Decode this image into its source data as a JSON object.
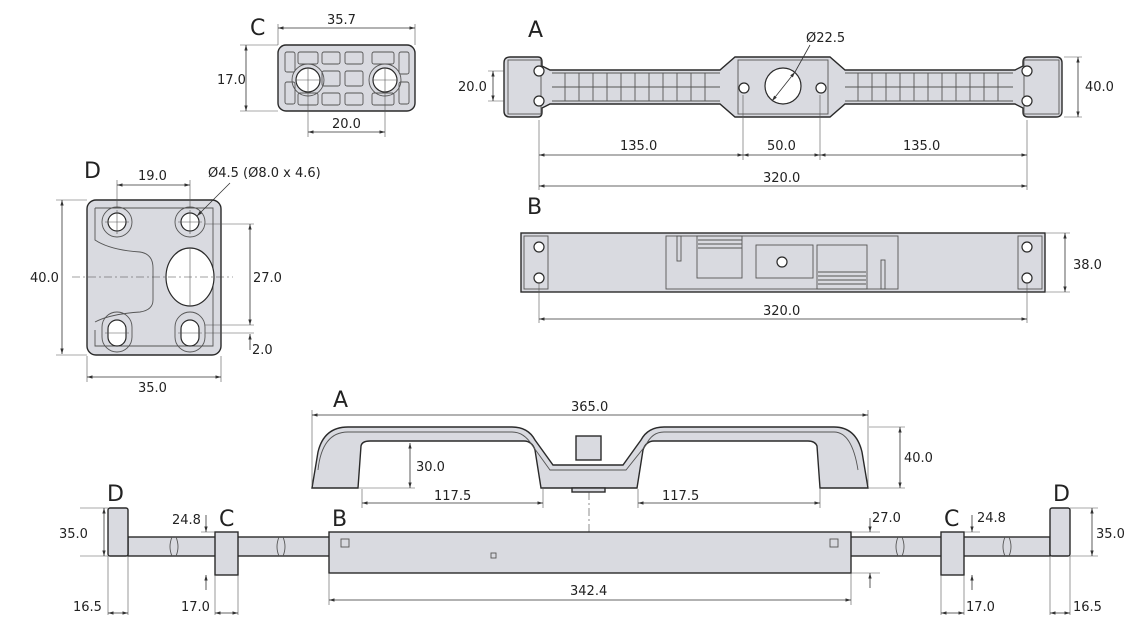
{
  "labels": {
    "a": "A",
    "b": "B",
    "c": "C",
    "d": "D"
  },
  "view_c_top": {
    "width": "35.7",
    "height": "17.0",
    "hole_spacing": "20.0"
  },
  "view_d_top": {
    "hole_spacing": "19.0",
    "hole_note": "Ø4.5  (Ø8.0 x 4.6)",
    "height": "40.0",
    "hole_vertical": "27.0",
    "offset": "2.0",
    "width": "35.0"
  },
  "view_a_top": {
    "bore": "Ø22.5",
    "hole_spacing": "20.0",
    "height": "40.0",
    "left": "135.0",
    "center": "50.0",
    "right": "135.0",
    "total": "320.0"
  },
  "view_b_top": {
    "height": "38.0",
    "total": "320.0"
  },
  "view_a_side": {
    "length": "365.0",
    "height": "40.0",
    "clearance": "30.0",
    "left_span": "117.5",
    "right_span": "117.5"
  },
  "assembly": {
    "d_height_left": "35.0",
    "c_offset_left": "24.8",
    "b_offset": "27.0",
    "c_offset_right": "24.8",
    "d_height_right": "35.0",
    "d_width_left": "16.5",
    "c_width_left": "17.0",
    "b_length": "342.4",
    "c_width_right": "17.0",
    "d_width_right": "16.5"
  }
}
